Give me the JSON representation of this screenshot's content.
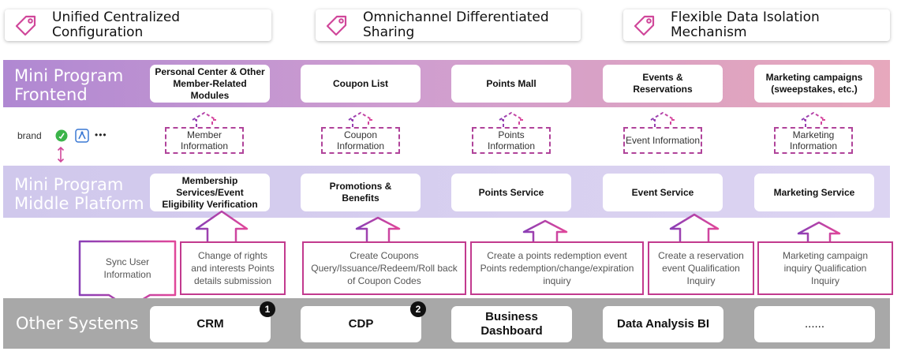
{
  "features": [
    {
      "icon": "tag-icon",
      "label": "Unified Centralized Configuration"
    },
    {
      "icon": "tag-icon",
      "label": "Omnichannel Differentiated Sharing"
    },
    {
      "icon": "tag-icon",
      "label": "Flexible Data Isolation Mechanism"
    }
  ],
  "layers": {
    "frontend": {
      "title": "Mini Program Frontend",
      "modules": [
        "Personal Center & Other Member-Related Modules",
        "Coupon List",
        "Points Mall",
        "Events & Reservations",
        "Marketing campaigns (sweepstakes, etc.)"
      ]
    },
    "info": {
      "brand_label": "brand",
      "brand_more": "•••",
      "items": [
        "Member Information",
        "Coupon Information",
        "Points Information",
        "Event Information",
        "Marketing Information"
      ]
    },
    "middle": {
      "title": "Mini Program Middle Platform",
      "services": [
        "Membership Services/Event Eligibility Verification",
        "Promotions & Benefits",
        "Points Service",
        "Event Service",
        "Marketing Service"
      ]
    },
    "interfaces": [
      "Sync User Information",
      "Change of rights and interests Points details submission",
      "Create Coupons Query/Issuance/Redeem/Roll back of Coupon Codes",
      "Create a points redemption event Points redemption/change/expiration inquiry",
      "Create a reservation event Qualification Inquiry",
      "Marketing campaign inquiry Qualification Inquiry"
    ],
    "other": {
      "title": "Other Systems",
      "systems": [
        "CRM",
        "CDP",
        "Business Dashboard",
        "Data Analysis BI",
        "......"
      ],
      "badges": [
        "1",
        "2"
      ]
    }
  },
  "colors": {
    "accent": "#c23a8e",
    "dashed": "#b0439a",
    "frontend_band": "#cf9ed0",
    "middle_band": "#d8d0f0",
    "other_band": "#a8a8a8"
  }
}
